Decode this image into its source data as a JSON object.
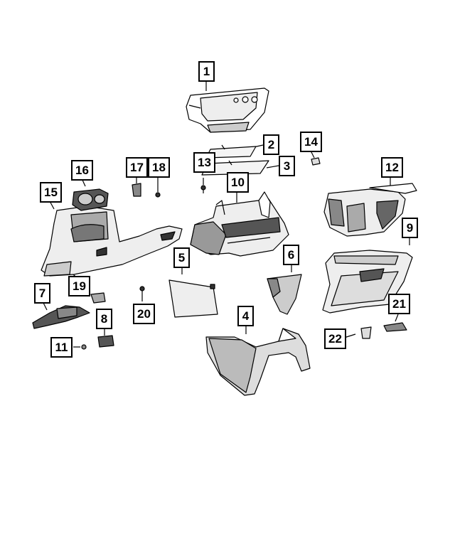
{
  "diagram": {
    "callouts": [
      "1",
      "2",
      "3",
      "4",
      "5",
      "6",
      "7",
      "8",
      "9",
      "10",
      "11",
      "12",
      "13",
      "14",
      "15",
      "16",
      "17",
      "18",
      "19",
      "20",
      "21",
      "22"
    ]
  },
  "colors": {
    "line": "#000000",
    "fill_light": "#ffffff",
    "fill_shade": "#c8c8c8",
    "fill_dark": "#555555"
  }
}
